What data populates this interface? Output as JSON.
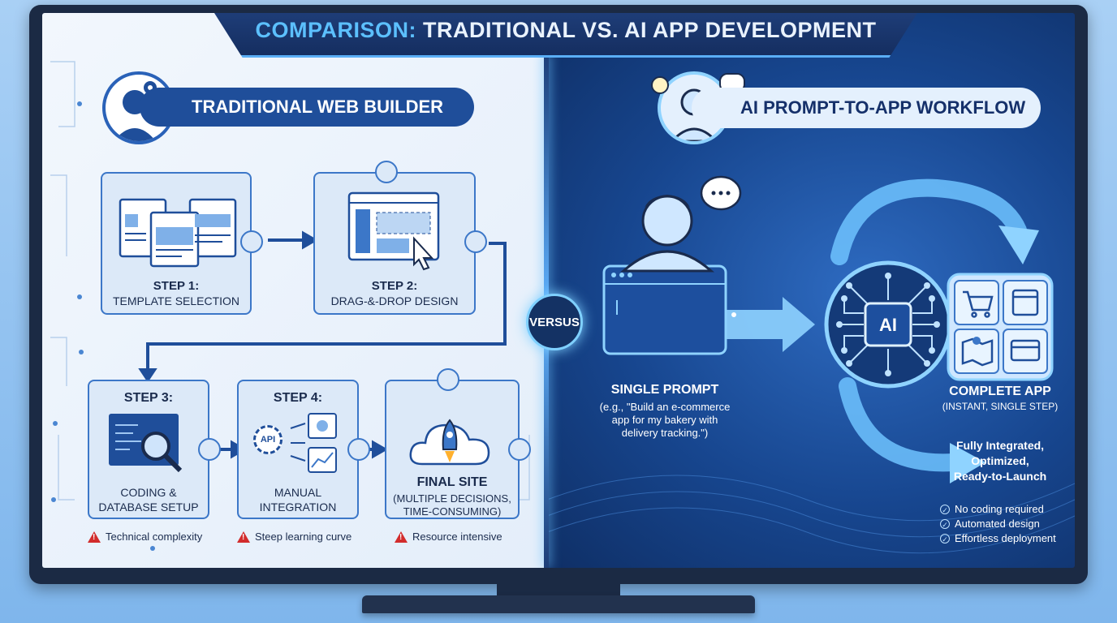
{
  "title": {
    "highlight": "COMPARISON:",
    "rest": " TRADITIONAL VS. AI APP DEVELOPMENT"
  },
  "left": {
    "heading": "TRADITIONAL WEB BUILDER",
    "steps": [
      {
        "title": "STEP 1:",
        "sub": "TEMPLATE SELECTION"
      },
      {
        "title": "STEP 2:",
        "sub": "DRAG-&-DROP DESIGN"
      },
      {
        "title": "STEP 3:",
        "sub_line1": "CODING &",
        "sub_line2": "DATABASE SETUP"
      },
      {
        "title": "STEP 4:",
        "sub_line1": "MANUAL",
        "sub_line2": "INTEGRATION"
      },
      {
        "title": "FINAL SITE",
        "sub_line1": "(MULTIPLE DECISIONS,",
        "sub_line2": "TIME-CONSUMING)"
      }
    ],
    "api_label": "API",
    "warnings": [
      "Technical complexity",
      "Steep learning curve",
      "Resource intensive"
    ]
  },
  "versus": "VERSUS",
  "right": {
    "heading": "AI PROMPT-TO-APP WORKFLOW",
    "prompt_title": "SINGLE PROMPT",
    "prompt_example": [
      "(e.g., \"Build an e-commerce",
      "app for my bakery with",
      "delivery tracking.\")"
    ],
    "ai_label": "AI",
    "app_title": "COMPLETE APP",
    "app_sub": "(INSTANT, SINGLE STEP)",
    "benefits": [
      "Fully Integrated,",
      "Optimized,",
      "Ready-to-Launch"
    ],
    "checks": [
      "No coding required",
      "Automated design",
      "Effortless deployment"
    ]
  },
  "colors": {
    "accent": "#5cc0ff",
    "navy": "#15306a",
    "warning": "#d22c2c"
  }
}
